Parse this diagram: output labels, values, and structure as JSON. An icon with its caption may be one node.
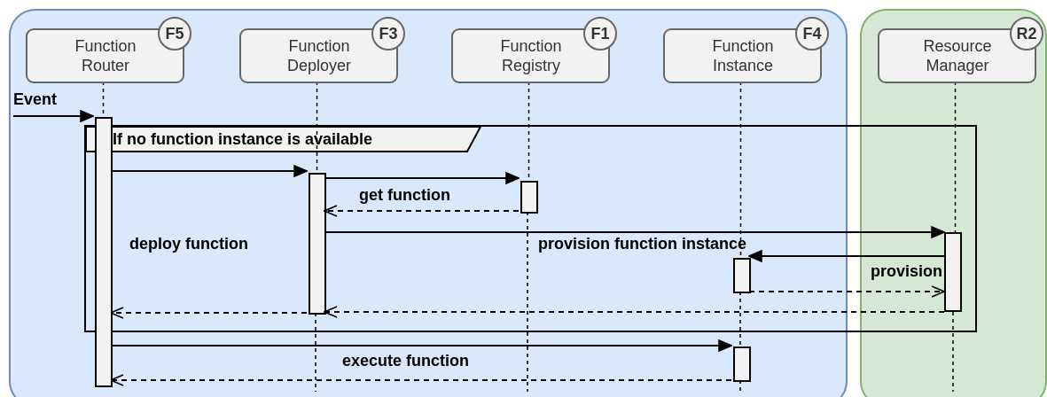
{
  "diagram": {
    "nodes": [
      {
        "text": [],
        "shape": "box"
      },
      {
        "text": [],
        "shape": "box"
      },
      {
        "text": [
          "Function Router",
          "F5"
        ],
        "in": 0
      },
      {
        "text": [
          "Function Deployer",
          "F3"
        ],
        "in": 0
      },
      {
        "text": [
          "Function Registry",
          "F1"
        ],
        "in": 0
      },
      {
        "text": [
          "Function Instance",
          "F4"
        ],
        "in": 0
      },
      {
        "text": [
          "Resource Manager",
          "R2"
        ],
        "in": 1
      },
      {
        "text": [
          "If no function instance is available"
        ]
      },
      {
        "text": [],
        "shape": "bar",
        "in": 0
      },
      {
        "text": [],
        "shape": "bar",
        "in": 7
      },
      {
        "text": [],
        "shape": "bar",
        "in": 7
      },
      {
        "text": [],
        "shape": "bar"
      },
      {
        "text": [],
        "shape": "bar",
        "in": 7
      },
      {
        "text": [],
        "shape": "bar",
        "in": 0
      }
    ],
    "edges": [
      {
        "from": null,
        "to": 8,
        "arrow": "to",
        "label": "Event"
      },
      {
        "from": 8,
        "to": 9,
        "arrow": "to",
        "label": "deploy function"
      },
      {
        "from": 9,
        "to": 10,
        "arrow": "to",
        "label": "get function"
      },
      {
        "from": 10,
        "to": 9,
        "arrow": "to",
        "style": "dashed"
      },
      {
        "from": 9,
        "to": 11,
        "arrow": "to",
        "label": "provision function instance"
      },
      {
        "from": 11,
        "to": 12,
        "arrow": "to",
        "label": "provision"
      },
      {
        "from": 12,
        "to": 11,
        "arrow": "to",
        "style": "dashed"
      },
      {
        "from": 11,
        "to": 9,
        "arrow": "to",
        "style": "dashed"
      },
      {
        "from": 9,
        "to": 8,
        "arrow": "to",
        "style": "dashed"
      },
      {
        "from": 8,
        "to": 13,
        "arrow": "to",
        "label": "execute function"
      },
      {
        "from": 13,
        "to": 8,
        "arrow": "to",
        "style": "dashed"
      },
      {
        "from": 2,
        "to": 8,
        "arrow": "none",
        "style": "dashed"
      },
      {
        "from": 3,
        "to": 9,
        "arrow": "none",
        "style": "dashed"
      },
      {
        "from": 9,
        "to": null,
        "arrow": "none",
        "style": "dashed"
      },
      {
        "from": 4,
        "to": 10,
        "arrow": "none",
        "style": "dashed"
      },
      {
        "from": 10,
        "to": null,
        "arrow": "none",
        "style": "dashed"
      },
      {
        "from": 5,
        "to": 12,
        "arrow": "none",
        "style": "dashed"
      },
      {
        "from": 12,
        "to": 13,
        "arrow": "none",
        "style": "dashed"
      },
      {
        "from": 13,
        "to": null,
        "arrow": "none",
        "style": "dashed"
      },
      {
        "from": 6,
        "to": 11,
        "arrow": "none",
        "style": "dashed"
      },
      {
        "from": 11,
        "to": null,
        "arrow": "none",
        "style": "dashed"
      }
    ]
  }
}
